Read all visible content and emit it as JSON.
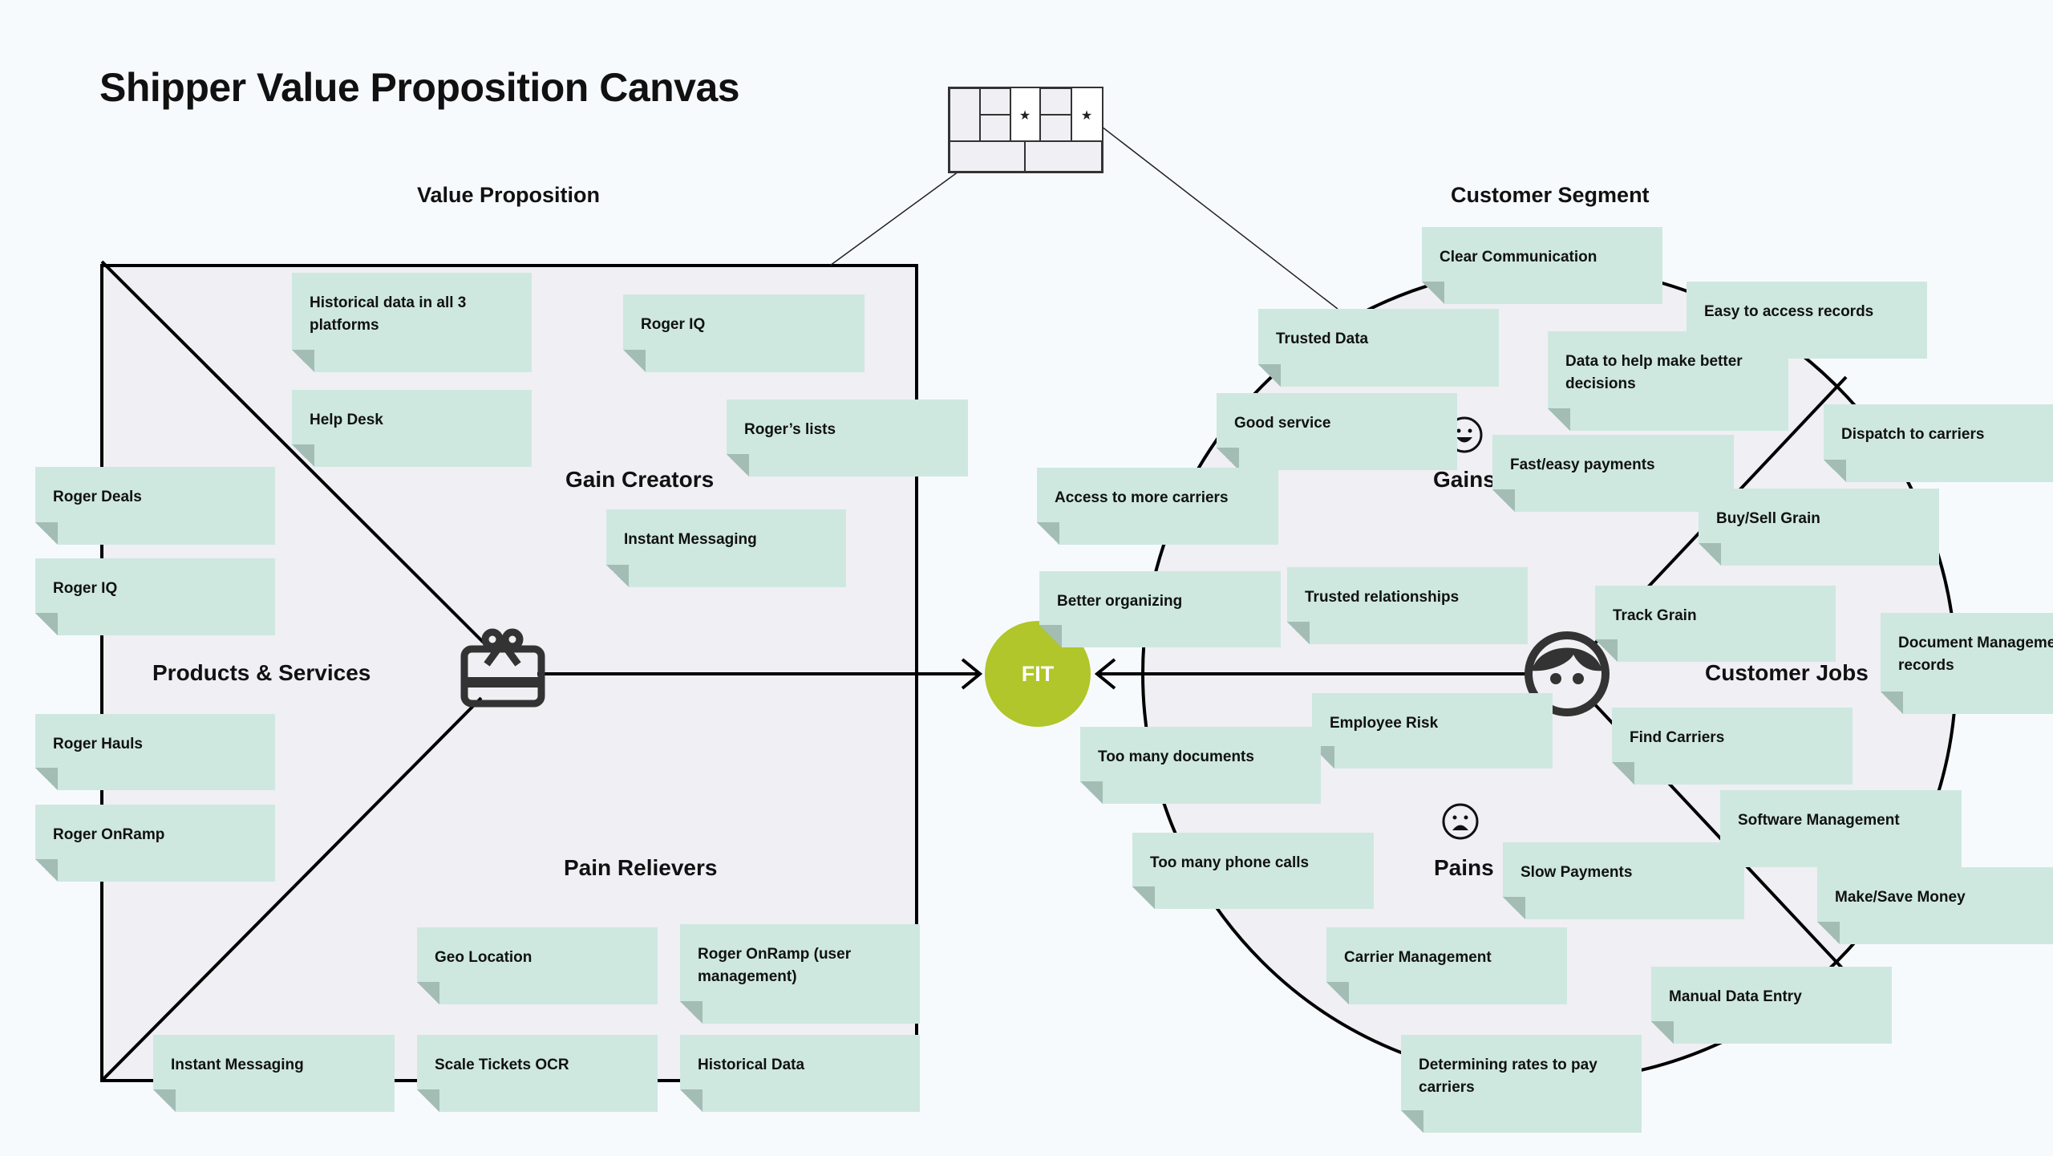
{
  "title": "Shipper Value Proposition Canvas",
  "sections": {
    "value_proposition": "Value Proposition",
    "customer_segment": "Customer Segment"
  },
  "areas": {
    "gain_creators": "Gain Creators",
    "products_services": "Products & Services",
    "pain_relievers": "Pain Relievers",
    "gains": "Gains",
    "customer_jobs": "Customer Jobs",
    "pains": "Pains"
  },
  "fit": {
    "label": "FIT",
    "color": "#b0c62a"
  },
  "colors": {
    "note": "#cee8df",
    "note_fold": "#a3bdb4",
    "panel": "#f0eff4",
    "background": "#f7fafd"
  },
  "icons": {
    "minicanvas": "canvas-thumbnail-icon",
    "gift": "gift-icon",
    "customer": "customer-face-icon",
    "gains": "smiley-face-icon",
    "pains": "sad-face-icon"
  },
  "gain_creators": [
    "Historical data in all 3 platforms",
    "Help Desk",
    "Roger IQ",
    "Roger’s lists",
    "Instant Messaging"
  ],
  "products_services": [
    "Roger Deals",
    "Roger IQ",
    "Roger Hauls",
    "Roger OnRamp"
  ],
  "pain_relievers": [
    "Geo Location",
    "Roger OnRamp (user management)",
    "Instant Messaging",
    "Scale Tickets OCR",
    "Historical Data"
  ],
  "gains": [
    "Clear Communication",
    "Easy to access records",
    "Trusted Data",
    "Data to help make better decisions",
    "Good service",
    "Fast/easy payments",
    "Access to more carriers",
    "Better organizing",
    "Trusted relationships"
  ],
  "customer_jobs": [
    "Dispatch to carriers",
    "Buy/Sell Grain",
    "Track Grain",
    "Document Management records",
    "Find Carriers",
    "Software Management",
    "Make/Save Money"
  ],
  "pains": [
    "Employee Risk",
    "Too many documents",
    "Too many phone calls",
    "Slow Payments",
    "Carrier Management",
    "Manual Data Entry",
    "Determining rates to pay carriers"
  ]
}
